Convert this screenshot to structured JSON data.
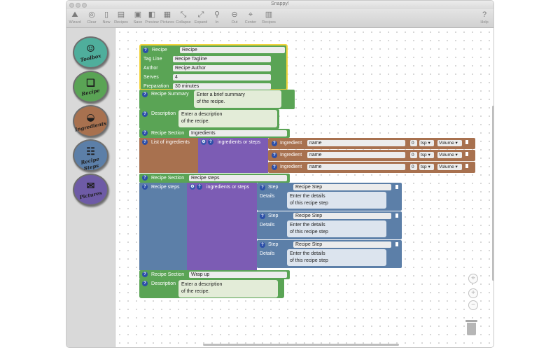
{
  "app": {
    "title": "Snappy!"
  },
  "toolbar": {
    "items": [
      {
        "label": "Wizard",
        "icon": "wizard-hat-icon",
        "glyph": "⛰"
      },
      {
        "label": "Clear",
        "icon": "clear-icon",
        "glyph": "◎"
      },
      {
        "label": "New",
        "icon": "new-document-icon",
        "glyph": "▯"
      },
      {
        "label": "Recipes",
        "icon": "recipes-icon",
        "glyph": "▤"
      },
      {
        "label": "Save",
        "icon": "save-icon",
        "glyph": "▣"
      },
      {
        "label": "Preview",
        "icon": "preview-icon",
        "glyph": "◧"
      },
      {
        "label": "Pictures",
        "icon": "pictures-icon",
        "glyph": "▦"
      },
      {
        "label": "Collapse",
        "icon": "collapse-icon",
        "glyph": "⤡"
      },
      {
        "label": "Expand",
        "icon": "expand-icon",
        "glyph": "⤢"
      },
      {
        "label": "In",
        "icon": "zoom-in-icon",
        "glyph": "⚲"
      },
      {
        "label": "Out",
        "icon": "zoom-out-icon",
        "glyph": "⊖"
      },
      {
        "label": "Center",
        "icon": "center-icon",
        "glyph": "⌖"
      },
      {
        "label": "Recipes",
        "icon": "recipe-card-icon",
        "glyph": "▥"
      },
      {
        "label": "Help",
        "icon": "help-icon",
        "glyph": "?"
      }
    ]
  },
  "categories": [
    {
      "label": "Toolbox",
      "color": "#4fae9c",
      "icon": "snappy-logo-icon"
    },
    {
      "label": "Recipe",
      "color": "#5aa455",
      "icon": "recipe-book-icon"
    },
    {
      "label": "Ingredients",
      "color": "#a8714f",
      "icon": "ingredients-bowl-icon"
    },
    {
      "label": "Recipe Steps",
      "color": "#5c7fa8",
      "icon": "recipe-steps-icon"
    },
    {
      "label": "Pictures",
      "color": "#6e5ba6",
      "icon": "pictures-icon"
    }
  ],
  "recipe": {
    "header": "Recipe",
    "name": "Recipe",
    "fields": [
      {
        "label": "Tag Line",
        "value": "Recipe Tagline"
      },
      {
        "label": "Author",
        "value": "Recipe Author"
      },
      {
        "label": "Serves",
        "value": "4"
      },
      {
        "label": "Preparation",
        "value": "30 minutes"
      }
    ],
    "summary_label": "Recipe Summary",
    "summary_value": "Enter a brief summary\nof the recipe.",
    "description_label": "Description",
    "description_value": "Enter a description\nof the recipe.",
    "section1_label": "Recipe Section",
    "section1_value": "Ingredients",
    "list_label": "List of ingredients",
    "ingredients_or_steps": "ingredients or steps",
    "ingredients": [
      {
        "label": "Ingredient",
        "name": "name",
        "qty": "0",
        "unit": "tsp",
        "type": "Volume"
      },
      {
        "label": "Ingredient",
        "name": "name",
        "qty": "0",
        "unit": "tsp",
        "type": "Volume"
      },
      {
        "label": "Ingredient",
        "name": "name",
        "qty": "0",
        "unit": "tsp",
        "type": "Volume"
      }
    ],
    "section2_label": "Recipe Section",
    "section2_value": "Recipe steps",
    "steps_label": "Recipe steps",
    "steps": [
      {
        "label": "Step",
        "title": "Recipe Step",
        "details_label": "Details",
        "details": "Enter the details\nof this recipe step"
      },
      {
        "label": "Step",
        "title": "Recipe Step",
        "details_label": "Details",
        "details": "Enter the details\nof this recipe step"
      },
      {
        "label": "Step",
        "title": "Recipe Step",
        "details_label": "Details",
        "details": "Enter the details\nof this recipe step"
      }
    ],
    "section3_label": "Recipe Section",
    "section3_value": "Wrap up",
    "description2_label": "Description",
    "description2_value": "Enter a description\nof the recipe."
  },
  "colors": {
    "recipe": "#5aa455",
    "ingredients": "#a8714f",
    "steps": "#5c7fa8",
    "list": "#7c5cb4",
    "highlight": "#f2d43c"
  }
}
